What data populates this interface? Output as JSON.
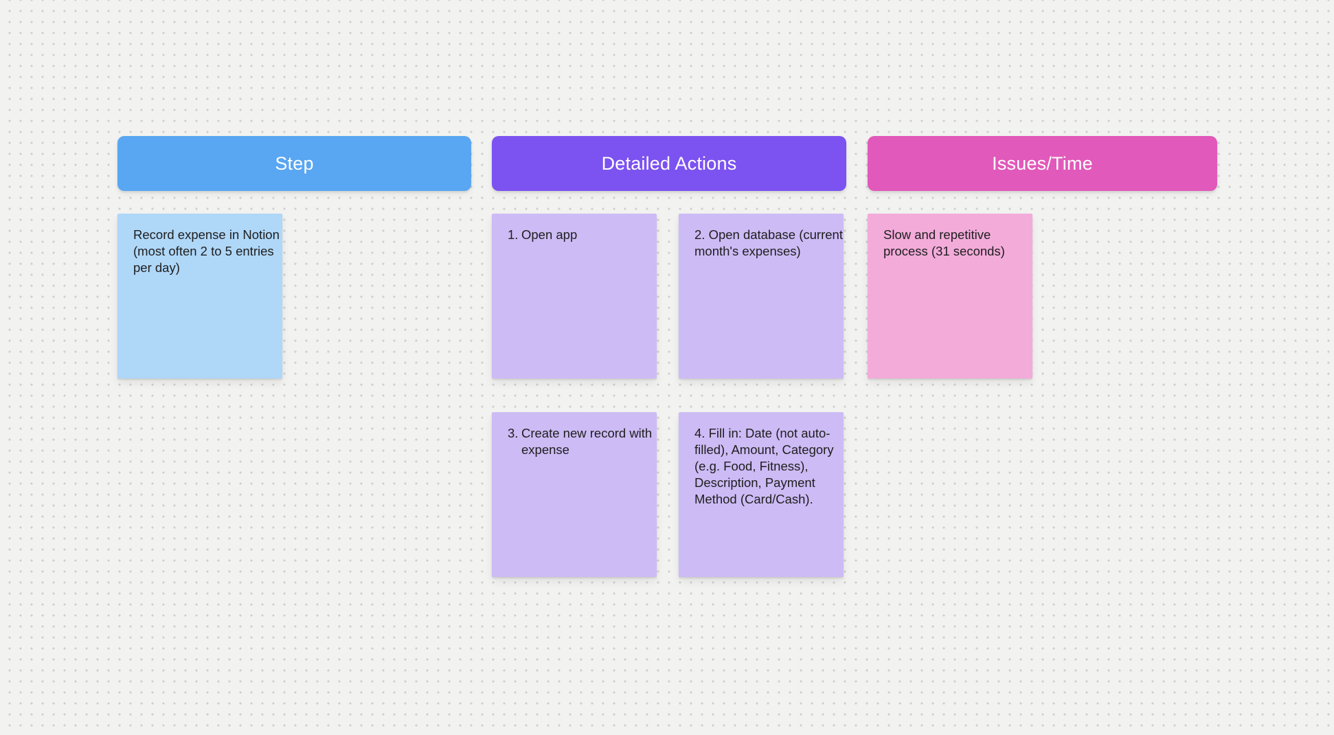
{
  "palette": {
    "canvas_bg": "#F2F2F0",
    "grid_dot": "#CFCFCD",
    "header_text": "#FFFFFF",
    "note_text": "#1E1E1E",
    "header_blue": "#59A6F2",
    "header_purple": "#7C52F0",
    "header_pink": "#E159BA",
    "note_blue": "#AFD7F8",
    "note_purple": "#CDBBF5",
    "note_pink": "#F3ABDA"
  },
  "columns": [
    {
      "header": {
        "label": "Step",
        "color": "#59A6F2"
      },
      "notes": [
        {
          "text": "Record expense in Notion\n(most often 2 to 5 entries\nper day)",
          "color": "#AFD7F8"
        }
      ]
    },
    {
      "header": {
        "label": "Detailed Actions",
        "color": "#7C52F0"
      },
      "notes": [
        {
          "list_number": "1.",
          "text": "Open app",
          "color": "#CDBBF5"
        },
        {
          "text": "2. Open database (current\nmonth's expenses)",
          "color": "#CDBBF5"
        },
        {
          "list_number": "3.",
          "text": "Create new record with\nexpense",
          "color": "#CDBBF5"
        },
        {
          "text": "4. Fill in: Date (not auto-\nfilled), Amount, Category\n(e.g. Food, Fitness),\nDescription, Payment\nMethod (Card/Cash).",
          "color": "#CDBBF5"
        }
      ]
    },
    {
      "header": {
        "label": "Issues/Time",
        "color": "#E159BA"
      },
      "notes": [
        {
          "text": "Slow and repetitive\nprocess (31 seconds)",
          "color": "#F3ABDA"
        }
      ]
    }
  ]
}
